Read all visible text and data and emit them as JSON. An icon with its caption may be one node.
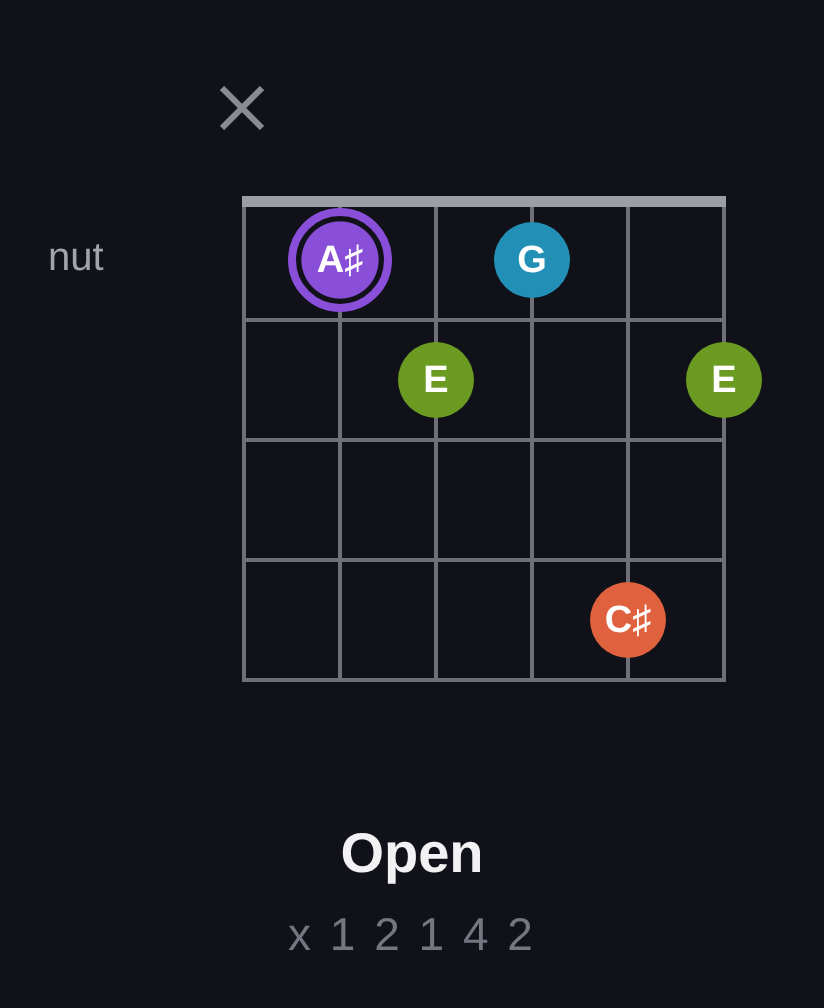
{
  "diagram": {
    "title": "Open",
    "nodes": [
      {
        "text": [
          "A♯"
        ]
      },
      {
        "text": [
          "G"
        ]
      },
      {
        "text": [
          "E"
        ]
      },
      {
        "text": [
          "E"
        ]
      },
      {
        "text": [
          "C♯"
        ]
      }
    ],
    "labels": [
      "nut",
      "x 1 2 1 4 2"
    ]
  }
}
